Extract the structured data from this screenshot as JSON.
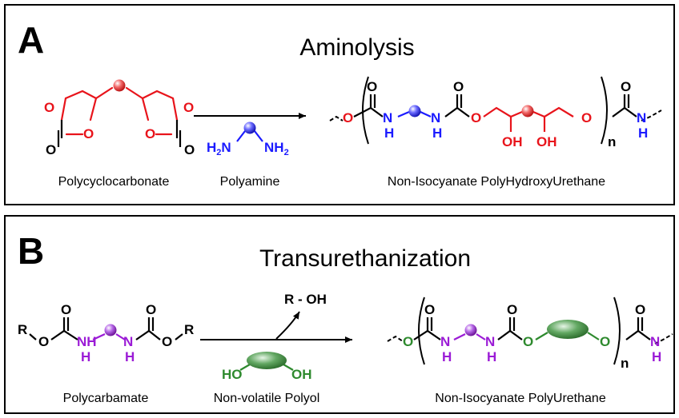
{
  "panels": {
    "a": {
      "letter": "A",
      "title": "Aminolysis",
      "reactant1_label": "Polycyclocarbonate",
      "reactant2_label": "Polyamine",
      "product_label": "Non-Isocyanate  PolyHydroxyUrethane"
    },
    "b": {
      "letter": "B",
      "title": "Transurethanization",
      "reactant1_label": "Polycarbamate",
      "reactant2_label": "Non-volatile  Polyol",
      "product_label": "Non-Isocyanate  PolyUrethane",
      "byproduct": "R - OH"
    }
  },
  "atoms": {
    "O": "O",
    "N": "N",
    "H": "H",
    "R": "R",
    "OH": "OH",
    "HO": "HO",
    "NH": "NH",
    "H2N_main": "H",
    "H2N_sub": "2",
    "H2N_tail": "N",
    "NH2_main": "NH",
    "NH2_sub": "2",
    "repeat_n": "n"
  },
  "colors": {
    "carbonate_red": "#e8141b",
    "amine_blue": "#1b1bff",
    "carbamate_purple": "#9b1bd6",
    "polyol_green": "#2e8a2e",
    "ink": "#000000"
  }
}
